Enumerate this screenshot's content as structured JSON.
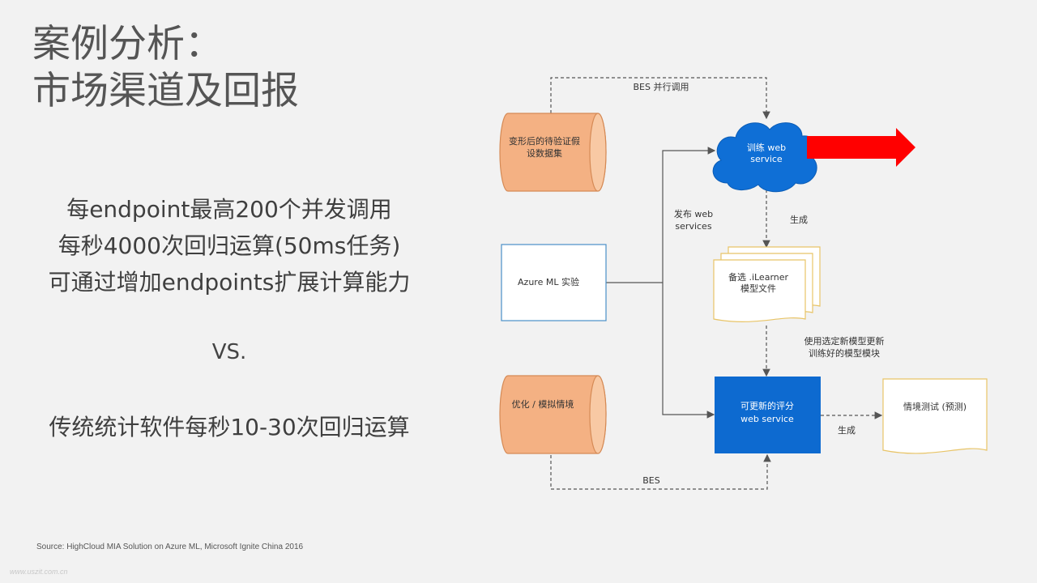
{
  "title": {
    "line1": "案例分析：",
    "line2": "市场渠道及回报"
  },
  "stats": {
    "line1": "每endpoint最高200个并发调用",
    "line2": "每秒4000次回归运算(50ms任务)",
    "line3": "可通过增加endpoints扩展计算能力"
  },
  "vs": "VS.",
  "traditional": "传统统计软件每秒10-30次回归运算",
  "source": "Source: HighCloud  MIA Solution on Azure ML, Microsoft Ignite China 2016",
  "watermark": "www.uszit.com.cn",
  "diagram": {
    "db_top": {
      "line1": "变形后的待验证假",
      "line2": "设数据集"
    },
    "db_bottom": "优化 / 模拟情境",
    "experiment": "Azure ML 实验",
    "train_service": {
      "line1": "训练 web",
      "line2": "service"
    },
    "model_files": {
      "line1": "备选 .iLearner",
      "line2": "模型文件"
    },
    "scoring_service": {
      "line1": "可更新的评分",
      "line2": "web service"
    },
    "scenario_test": "情境测试 (预测)",
    "edge_bes_parallel": "BES 并行调用",
    "edge_publish": {
      "line1": "发布 web",
      "line2": "services"
    },
    "edge_generate_1": "生成",
    "edge_update": {
      "line1": "使用选定新模型更新",
      "line2": "训练好的模型模块"
    },
    "edge_generate_2": "生成",
    "edge_bes": "BES"
  },
  "colors": {
    "db_fill": "#f4b183",
    "db_stroke": "#d58a55",
    "cloud_fill": "#0f6fd6",
    "scoring_fill": "#0d6ad0",
    "arrow_red": "#ff0000",
    "doc_stroke": "#e8c467"
  }
}
